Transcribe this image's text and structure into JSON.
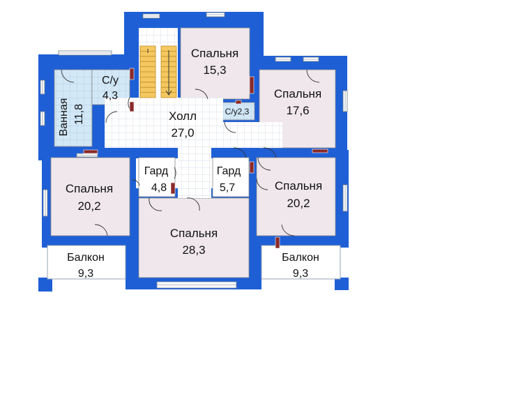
{
  "colors": {
    "wall": "#1e5fd6",
    "wall_edge": "#10389a",
    "room_pink": "#efe7ec",
    "room_white": "#ffffff",
    "room_blue": "#d3e8f7",
    "stair_fill": "#f4c860",
    "stair_line": "#c08c20",
    "door_line": "#333333",
    "post": "#8a2a2a",
    "balcony": "#ffffff",
    "window": "#ffffff"
  },
  "rooms": [
    {
      "id": "bedroom-top",
      "name": "Спальня",
      "area": "15,3"
    },
    {
      "id": "bathroom-small",
      "name": "С/у",
      "area": "4,3"
    },
    {
      "id": "bath-vertical",
      "name": "Ванная",
      "area": "11,8"
    },
    {
      "id": "bedroom-right-top",
      "name": "Спальня",
      "area": "17,6"
    },
    {
      "id": "wc-right",
      "name": "С/у2,3",
      "area": ""
    },
    {
      "id": "hall",
      "name": "Холл",
      "area": "27,0"
    },
    {
      "id": "closet-left",
      "name": "Гард",
      "area": "4,8"
    },
    {
      "id": "closet-right",
      "name": "Гард",
      "area": "5,7"
    },
    {
      "id": "bedroom-left",
      "name": "Спальня",
      "area": "20,2"
    },
    {
      "id": "bedroom-right",
      "name": "Спальня",
      "area": "20,2"
    },
    {
      "id": "bedroom-center",
      "name": "Спальня",
      "area": "28,3"
    },
    {
      "id": "balcony-left",
      "name": "Балкон",
      "area": "9,3"
    },
    {
      "id": "balcony-right",
      "name": "Балкон",
      "area": "9,3"
    }
  ]
}
